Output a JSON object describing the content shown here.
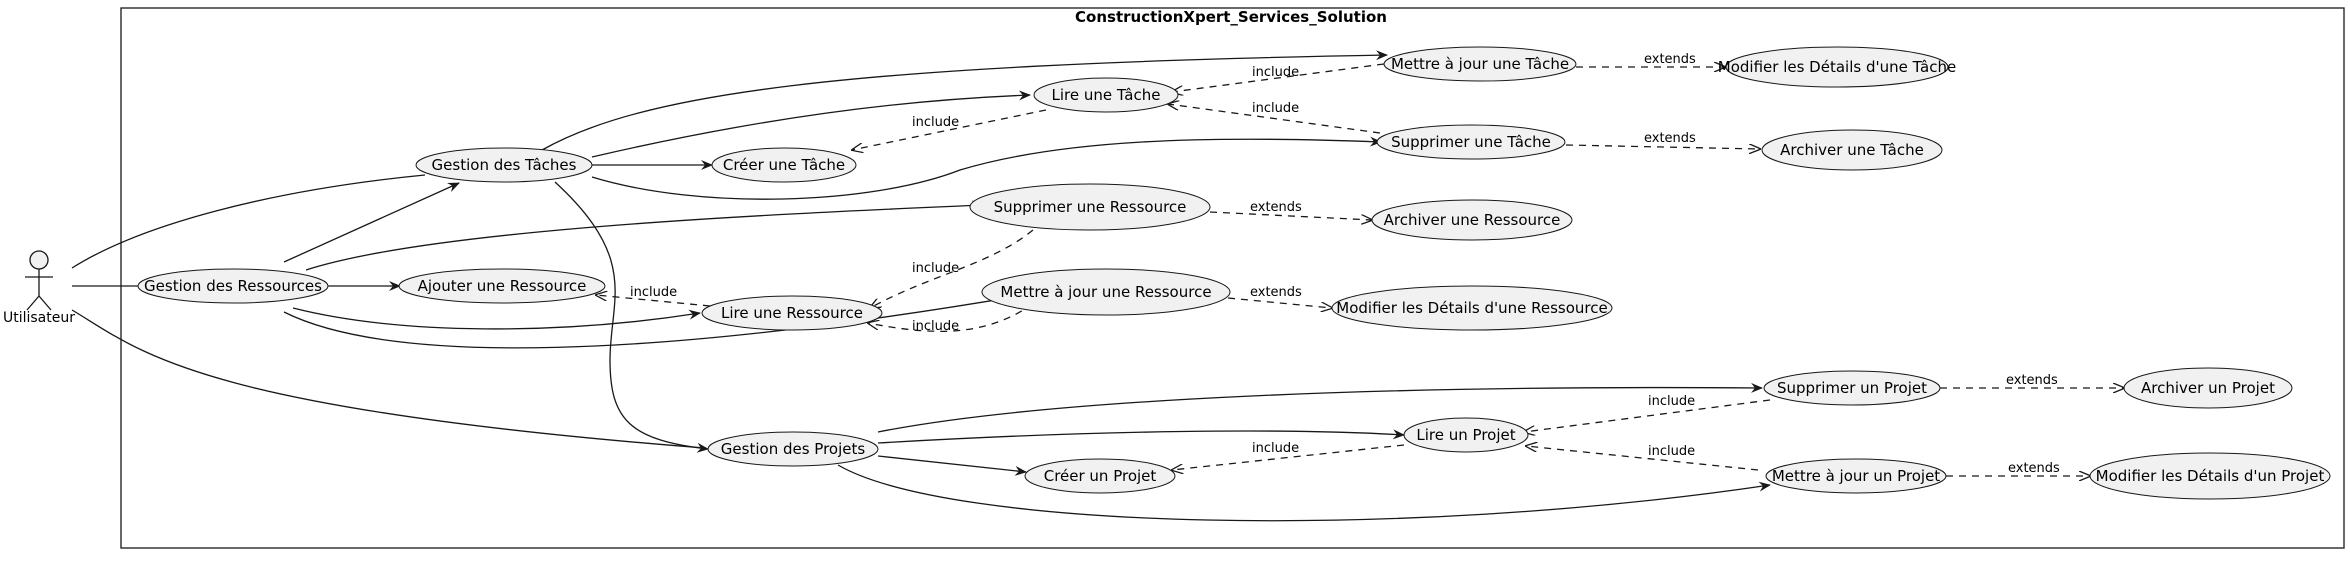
{
  "package": {
    "title": "ConstructionXpert_Services_Solution"
  },
  "actor": {
    "label": "Utilisateur"
  },
  "usecases": {
    "gestion_taches": "Gestion des Tâches",
    "gestion_ressources": "Gestion des Ressources",
    "gestion_projets": "Gestion des Projets",
    "lire_tache": "Lire une Tâche",
    "creer_tache": "Créer une Tâche",
    "maj_tache": "Mettre à jour une Tâche",
    "suppr_tache": "Supprimer une Tâche",
    "modif_tache": "Modifier les Détails d'une Tâche",
    "archiver_tache": "Archiver une Tâche",
    "suppr_ressource": "Supprimer une Ressource",
    "archiver_ressource": "Archiver une Ressource",
    "ajouter_ressource": "Ajouter une Ressource",
    "lire_ressource": "Lire une Ressource",
    "maj_ressource": "Mettre à jour une Ressource",
    "modif_ressource": "Modifier les Détails d'une Ressource",
    "suppr_projet": "Supprimer un Projet",
    "archiver_projet": "Archiver un Projet",
    "lire_projet": "Lire un Projet",
    "creer_projet": "Créer un Projet",
    "maj_projet": "Mettre à jour un Projet",
    "modif_projet": "Modifier les Détails d'un Projet"
  },
  "labels": {
    "include": "include",
    "extends": "extends"
  }
}
